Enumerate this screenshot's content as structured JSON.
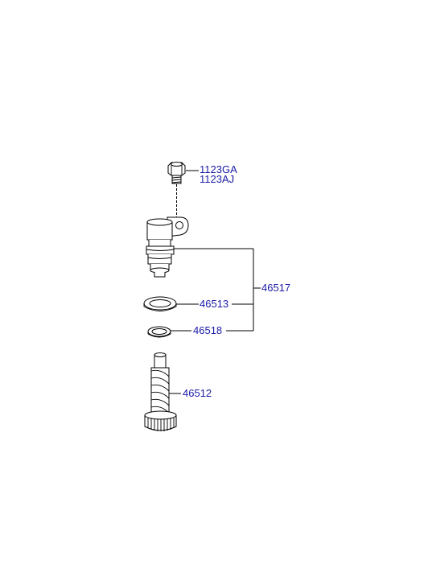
{
  "parts": {
    "bolt_codes": [
      "1123GA",
      "1123AJ"
    ],
    "assembly_number": "46517",
    "o_ring_number": "46513",
    "seal_ring_number": "46518",
    "driven_gear_number": "46512"
  }
}
